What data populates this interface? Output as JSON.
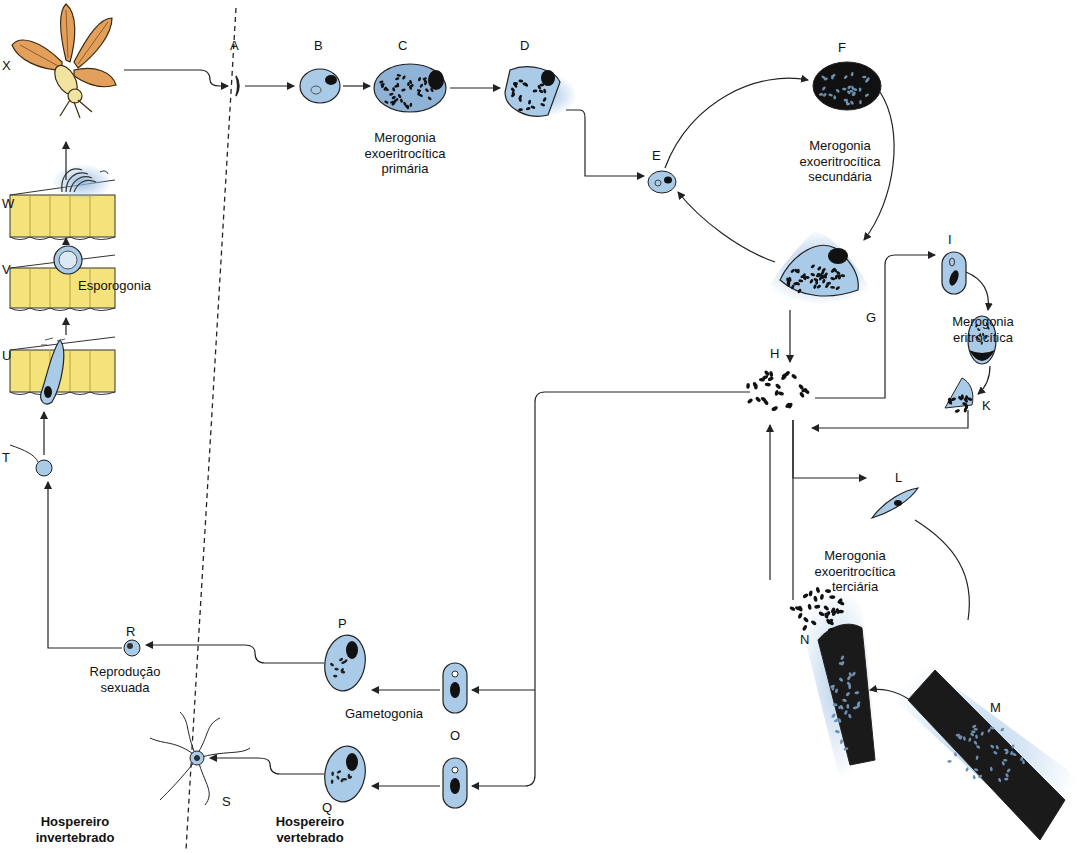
{
  "diagram": {
    "labels": [
      "X",
      "W",
      "V",
      "U",
      "T",
      "Esporogonia",
      "A",
      "B",
      "C",
      "Merogonia exoeritrocítica primária",
      "D",
      "E",
      "F",
      "Merogonia exoeritrocítica secundária",
      "G",
      "I",
      "Merogonia eritrocítica",
      "K",
      "H",
      "L",
      "Merogonia exoeritrocítica terciária",
      "M",
      "N",
      "P",
      "O",
      "Gametogonia",
      "Q",
      "R",
      "Reprodução sexuada",
      "S",
      "Hospereiro invertebrado",
      "Hospereiro vertebrado"
    ]
  }
}
